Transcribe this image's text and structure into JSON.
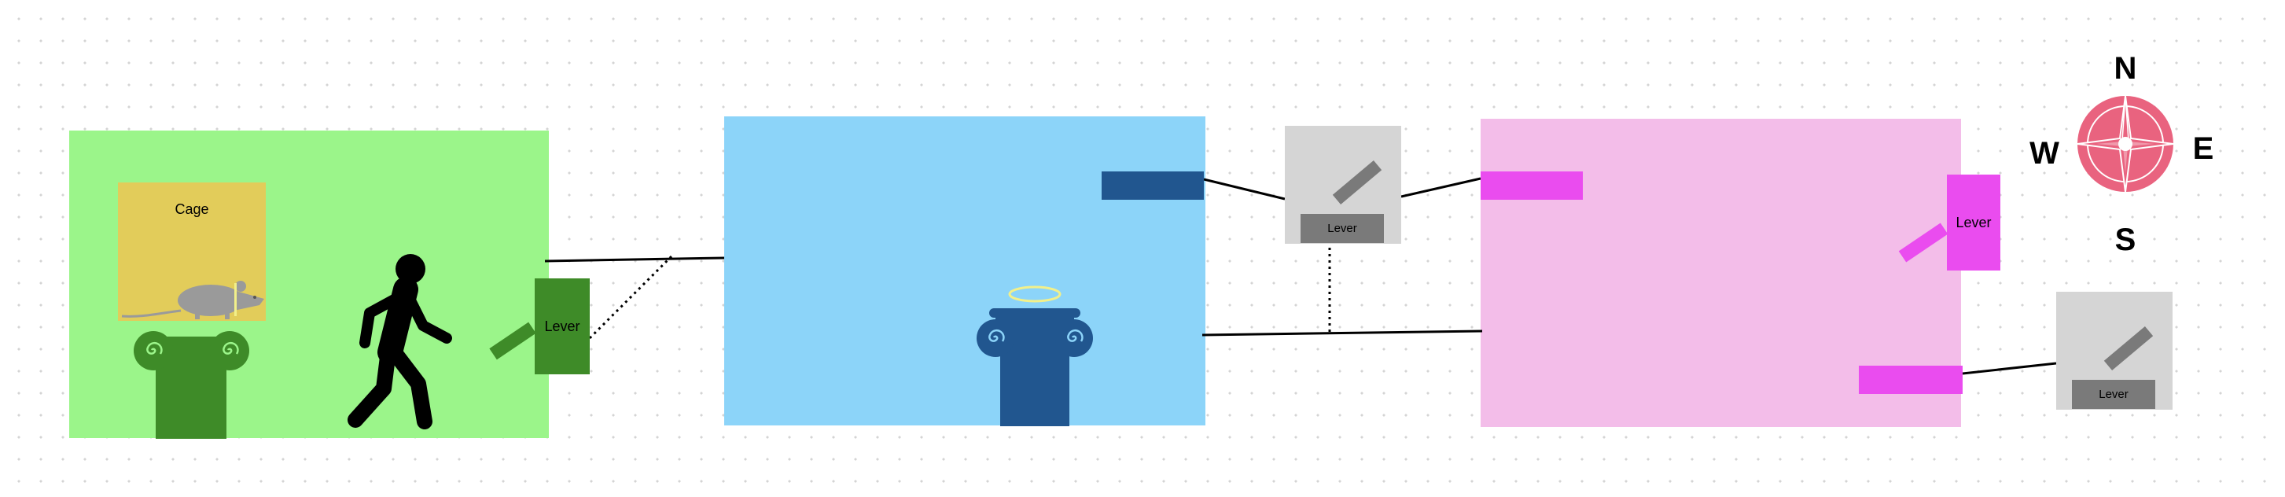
{
  "rooms": [
    {
      "id": "green-room",
      "color": "#9bf58a"
    },
    {
      "id": "blue-room",
      "color": "#8cd4f9"
    },
    {
      "id": "pink-room",
      "color": "#f3bde9"
    }
  ],
  "cage": {
    "label": "Cage",
    "color": "#e2cc5a"
  },
  "levers": {
    "green": {
      "label": "Lever",
      "color": "#3e8b28"
    },
    "pink": {
      "label": "Lever",
      "color": "#ea4cef"
    },
    "switch_top": {
      "label": "Lever"
    },
    "switch_bottom": {
      "label": "Lever"
    }
  },
  "compass": {
    "north": "N",
    "south": "S",
    "east": "E",
    "west": "W",
    "color": "#e9637f"
  },
  "colors": {
    "green_column": "#3e8b28",
    "blue_column": "#21568f",
    "halo": "#f2f08a",
    "door_blue": "#21568f",
    "door_pink": "#ea4cef",
    "switch_panel": "#d5d5d5",
    "switch_base": "#7a7a7a",
    "rat": "#9a9a9a"
  }
}
